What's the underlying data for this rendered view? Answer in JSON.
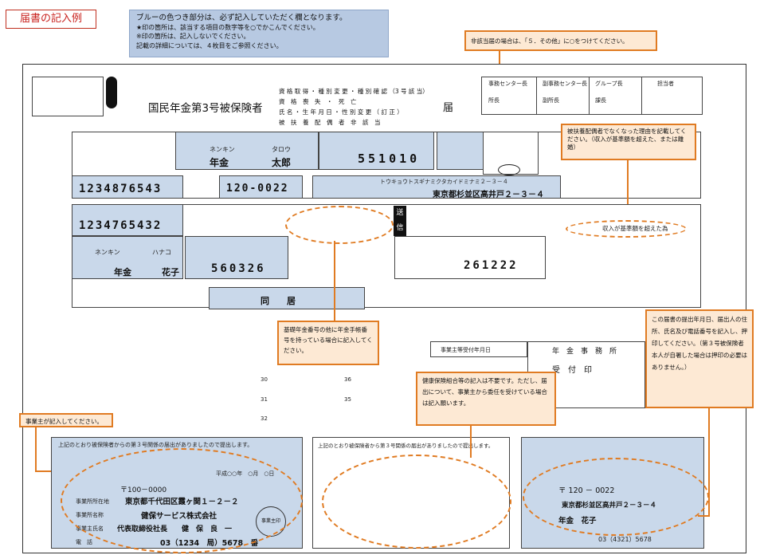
{
  "header": {
    "tag": "届書の記入例",
    "note_lines": [
      "ブルーの色つき部分は、必ず記入していただく欄となります。",
      "★印の箇所は、該当する項目の数字等を○でかこんでください。",
      "※印の箇所は、記入しないでください。",
      "記載の詳細については、４枚目をご参照ください。"
    ]
  },
  "callouts": {
    "non_applicable": "非該当届の場合は、「５．その他」に○をつけてください。",
    "reason": "被扶養配偶者でなくなった理由を記載してください。（収入が基準額を超えた、または離婚）",
    "pension_number": "基礎年金番号の他に年金手帳番号を持っている場合に記入してください。",
    "filing_date": "この届書の提出年月日、届出人の住所、氏名及び電話番号を記入し、押印してください。（第３号被保険者本人が自署した場合は押印の必要はありません。）",
    "employer": "事業主が記入してください。",
    "health_insurance": "健康保険組合等の記入は不要です。ただし、届出について、事業主から委任を受けている場合は記入願います。"
  },
  "form": {
    "main_title": "国民年金第3号被保険者",
    "title_lines": [
      "資 格 取 得 ・ 種 別 変 更 ・ 種 別 確 認 （3 号 該 当）",
      "資　格　喪　失　・　死　亡",
      "氏 名 ・ 生 年 月 日 ・ 性 別 変 更 （ 訂 正 ）",
      "被　扶　養　配　偶　者　非　該　当"
    ],
    "title_suffix": "届",
    "office_headers": [
      "事務センター長",
      "副事務センター長",
      "グループ長",
      "担当者"
    ],
    "office_sub": [
      "所長",
      "副所長",
      "課長"
    ],
    "spouse": {
      "kana_sei": "ネンキン",
      "kana_mei": "タロウ",
      "name_sei": "年金",
      "name_mei": "太郎",
      "birthdate_digits": "551010",
      "basic_pension_no": "1234876543",
      "postal_code": "120-0022",
      "address_kana": "トウキョウトスギナミクタカイドミナミ２－３－４",
      "address": "東京都杉並区高井戸２－３－４"
    },
    "insured": {
      "basic_pension_no": "1234765432",
      "kana_sei": "ネンキン",
      "kana_mei": "ハナコ",
      "name_sei": "年金",
      "name_mei": "花子",
      "birthdate_digits": "560326",
      "acquisition_date": "261222",
      "relationship": "同　　居"
    },
    "reason_text": "収入が基準額を超えた為",
    "row_labels": [
      "30",
      "31",
      "32",
      "36",
      "35"
    ],
    "section_labels": {
      "employer_receipt_date": "事業主等受付年月日",
      "pension_office": "年　金　事　務　所",
      "receipt_stamp": "受　付　印",
      "sending": "送信"
    }
  },
  "bottom": {
    "left_header": "上記のとおり被保険者からの第３号関係の届出がありましたので提出します。",
    "left_date": "平成○○年　○月　○日",
    "postal": "〒100－0000",
    "address_label": "事業所所在地",
    "address_value": "東京都千代田区霞ヶ関１－２－２",
    "company_label": "事業所名称",
    "company_value": "健保サービス株式会社",
    "owner_label": "事業主氏名",
    "owner_value": "代表取締役社長　　健　保　良　一",
    "phone_label": "電　話",
    "phone_value": "03（1234　局）5678　番",
    "stamp_label": "事業主印",
    "mid_header": "上記のとおり被保険者から第３号関係の届出がありましたので提出します。",
    "right_postal": "〒 120 － 0022",
    "right_address": "東京都杉並区高井戸２－３－４",
    "right_name": "年金　花子",
    "right_phone": "03（4321）5678"
  }
}
